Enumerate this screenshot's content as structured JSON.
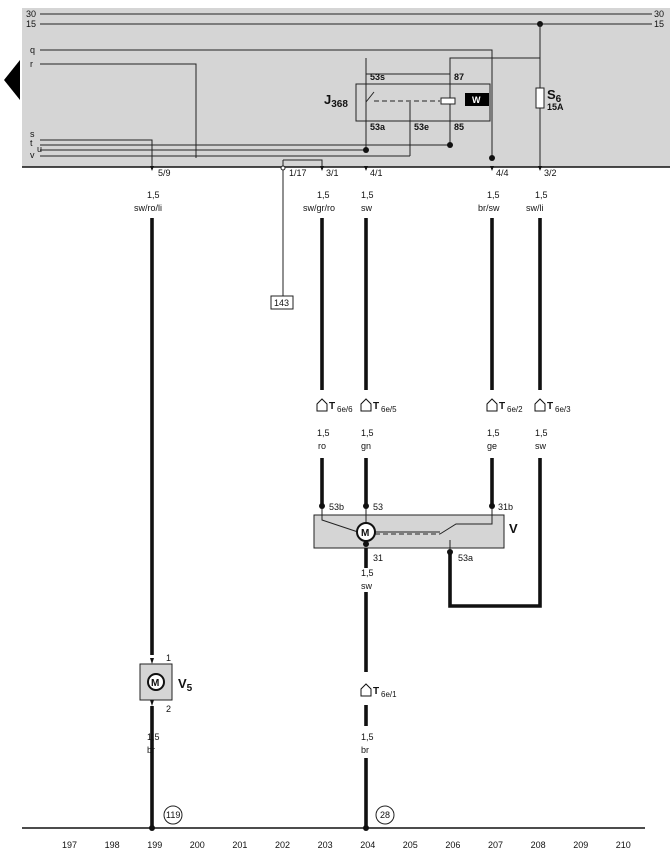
{
  "rails": {
    "r30": "30",
    "r15": "15"
  },
  "left_labels": {
    "q": "q",
    "r": "r",
    "s": "s",
    "t": "t",
    "u": "u",
    "v": "v"
  },
  "relay": {
    "name": "J",
    "sub": "368",
    "pins": {
      "p53s": "53s",
      "p87": "87",
      "p53a": "53a",
      "p53e": "53e",
      "p85": "85"
    },
    "badge": "W"
  },
  "fuse": {
    "name": "S",
    "sub": "6",
    "rating": "15A"
  },
  "connectors": {
    "c59": "5/9",
    "c117": "1/17",
    "c31": "3/1",
    "c41": "4/1",
    "c44": "4/4",
    "c32": "3/2"
  },
  "wires": {
    "w199": {
      "size": "1,5",
      "color": "sw/ro/li"
    },
    "w203": {
      "size": "1,5",
      "color": "sw/gr/ro"
    },
    "w204": {
      "size": "1,5",
      "color": "sw"
    },
    "w207": {
      "size": "1,5",
      "color": "br/sw"
    },
    "w208": {
      "size": "1,5",
      "color": "sw/li"
    },
    "w203b": {
      "size": "1,5",
      "color": "ro"
    },
    "w204b": {
      "size": "1,5",
      "color": "gn"
    },
    "w207b": {
      "size": "1,5",
      "color": "ge"
    },
    "w208b": {
      "size": "1,5",
      "color": "sw"
    },
    "w204c": {
      "size": "1,5",
      "color": "sw"
    },
    "w204d": {
      "size": "1,5",
      "color": "br"
    },
    "w199b": {
      "size": "1,5",
      "color": "br"
    }
  },
  "ref143": "143",
  "plugs": {
    "p6": {
      "main": "T",
      "sub": "6e/6"
    },
    "p5": {
      "main": "T",
      "sub": "6e/5"
    },
    "p2": {
      "main": "T",
      "sub": "6e/2"
    },
    "p3": {
      "main": "T",
      "sub": "6e/3"
    },
    "p1": {
      "main": "T",
      "sub": "6e/1"
    }
  },
  "motor_v": {
    "name": "V",
    "pins": {
      "p53b": "53b",
      "p53": "53",
      "p31b": "31b",
      "p31": "31",
      "p53a": "53a"
    },
    "m": "M"
  },
  "motor_v5": {
    "name": "V",
    "sub": "5",
    "pin1": "1",
    "pin2": "2",
    "m": "M"
  },
  "grounds": {
    "g119": "119",
    "g28": "28"
  },
  "scale": [
    "197",
    "198",
    "199",
    "200",
    "201",
    "202",
    "203",
    "204",
    "205",
    "206",
    "207",
    "208",
    "209",
    "210"
  ]
}
